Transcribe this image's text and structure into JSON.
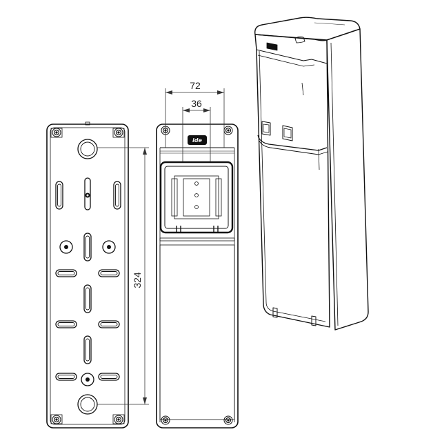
{
  "drawing": {
    "dimensions": {
      "outer_width": "72",
      "inner_width": "36",
      "height": "324"
    },
    "logo_text": "ide"
  }
}
